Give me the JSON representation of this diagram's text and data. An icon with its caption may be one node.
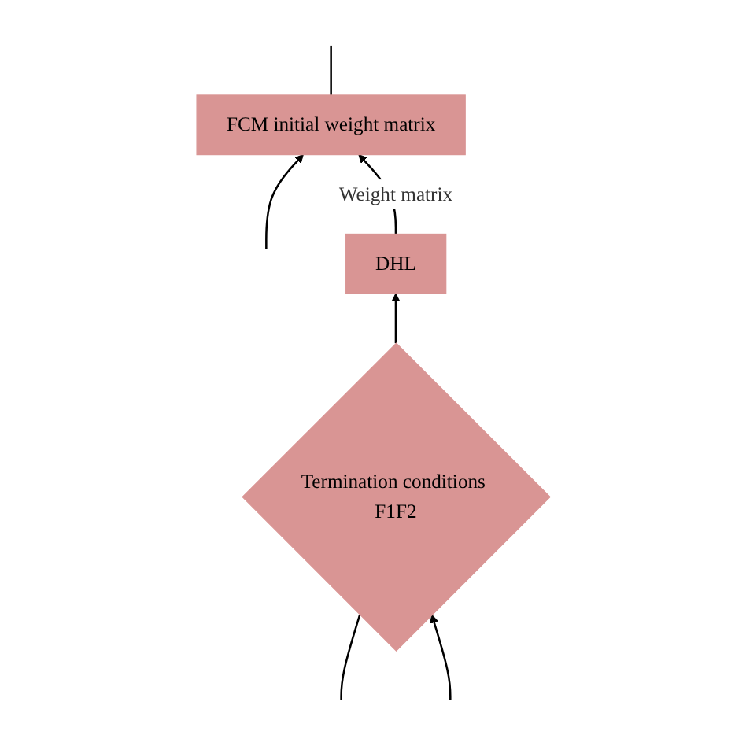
{
  "diagram": {
    "nodes": [
      {
        "text": [
          "FCM initial weight matrix"
        ]
      },
      {
        "text": [
          "DHL"
        ]
      },
      {
        "text": [
          "Termination conditions F1F2"
        ]
      }
    ],
    "edges": [
      {
        "from": null,
        "to": 0,
        "arrow": "to"
      },
      {
        "from": 0,
        "to": null,
        "arrow": "none"
      },
      {
        "from": 1,
        "to": 0,
        "arrow": "to",
        "label": "Weight matrix"
      },
      {
        "from": 2,
        "to": 1,
        "arrow": "to"
      },
      {
        "from": null,
        "to": 2,
        "arrow": "none"
      },
      {
        "from": null,
        "to": 2,
        "arrow": "to"
      }
    ]
  }
}
